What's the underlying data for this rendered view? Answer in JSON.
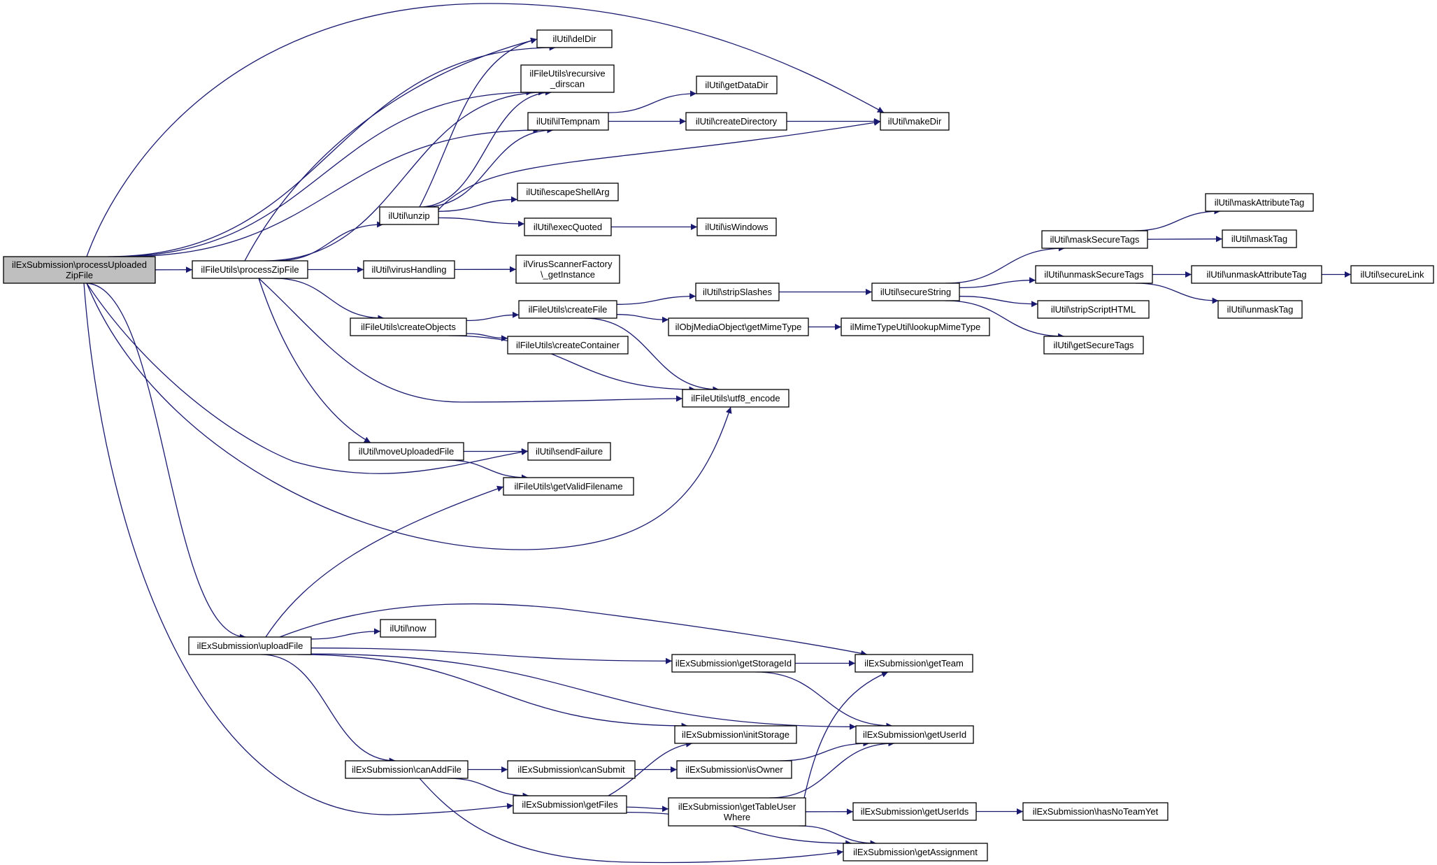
{
  "colors": {
    "edge": "#191970",
    "root_fill": "#bfbfbf",
    "node_fill": "#ffffff",
    "border": "#000000"
  },
  "nodes": [
    {
      "id": "root",
      "lines": [
        "ilExSubmission\\processUploaded",
        "ZipFile"
      ],
      "root": true
    },
    {
      "id": "deldir",
      "lines": [
        "ilUtil\\delDir"
      ]
    },
    {
      "id": "recdirscan",
      "lines": [
        "ilFileUtils\\recursive",
        "_dirscan"
      ]
    },
    {
      "id": "getdatadir",
      "lines": [
        "ilUtil\\getDataDir"
      ]
    },
    {
      "id": "iltempnam",
      "lines": [
        "ilUtil\\ilTempnam"
      ]
    },
    {
      "id": "createdirectory",
      "lines": [
        "ilUtil\\createDirectory"
      ]
    },
    {
      "id": "makedir",
      "lines": [
        "ilUtil\\makeDir"
      ]
    },
    {
      "id": "escapeshellarg",
      "lines": [
        "ilUtil\\escapeShellArg"
      ]
    },
    {
      "id": "unzip",
      "lines": [
        "ilUtil\\unzip"
      ]
    },
    {
      "id": "execquoted",
      "lines": [
        "ilUtil\\execQuoted"
      ]
    },
    {
      "id": "iswindows",
      "lines": [
        "ilUtil\\isWindows"
      ]
    },
    {
      "id": "processzip",
      "lines": [
        "ilFileUtils\\processZipFile"
      ]
    },
    {
      "id": "virushandling",
      "lines": [
        "ilUtil\\virusHandling"
      ]
    },
    {
      "id": "virusscanner",
      "lines": [
        "ilVirusScannerFactory",
        "\\_getInstance"
      ]
    },
    {
      "id": "createobjects",
      "lines": [
        "ilFileUtils\\createObjects"
      ]
    },
    {
      "id": "createfile",
      "lines": [
        "ilFileUtils\\createFile"
      ]
    },
    {
      "id": "stripslashes",
      "lines": [
        "ilUtil\\stripSlashes"
      ]
    },
    {
      "id": "securestring",
      "lines": [
        "ilUtil\\secureString"
      ]
    },
    {
      "id": "masksecuretags",
      "lines": [
        "ilUtil\\maskSecureTags"
      ]
    },
    {
      "id": "maskattributetag",
      "lines": [
        "ilUtil\\maskAttributeTag"
      ]
    },
    {
      "id": "masktag",
      "lines": [
        "ilUtil\\maskTag"
      ]
    },
    {
      "id": "unmasksecuretags",
      "lines": [
        "ilUtil\\unmaskSecureTags"
      ]
    },
    {
      "id": "unmaskattributetag",
      "lines": [
        "ilUtil\\unmaskAttributeTag"
      ]
    },
    {
      "id": "securelink",
      "lines": [
        "ilUtil\\secureLink"
      ]
    },
    {
      "id": "unmasktag",
      "lines": [
        "ilUtil\\unmaskTag"
      ]
    },
    {
      "id": "stripscripthtml",
      "lines": [
        "ilUtil\\stripScriptHTML"
      ]
    },
    {
      "id": "getsecuretags",
      "lines": [
        "ilUtil\\getSecureTags"
      ]
    },
    {
      "id": "getmimetype",
      "lines": [
        "ilObjMediaObject\\getMimeType"
      ]
    },
    {
      "id": "lookupmimetype",
      "lines": [
        "ilMimeTypeUtil\\lookupMimeType"
      ]
    },
    {
      "id": "createcontainer",
      "lines": [
        "ilFileUtils\\createContainer"
      ]
    },
    {
      "id": "utf8encode",
      "lines": [
        "ilFileUtils\\utf8_encode"
      ]
    },
    {
      "id": "moveuploaded",
      "lines": [
        "ilUtil\\moveUploadedFile"
      ]
    },
    {
      "id": "sendfailure",
      "lines": [
        "ilUtil\\sendFailure"
      ]
    },
    {
      "id": "getvalidfilename",
      "lines": [
        "ilFileUtils\\getValidFilename"
      ]
    },
    {
      "id": "now",
      "lines": [
        "ilUtil\\now"
      ]
    },
    {
      "id": "uploadfile",
      "lines": [
        "ilExSubmission\\uploadFile"
      ]
    },
    {
      "id": "getstorageid",
      "lines": [
        "ilExSubmission\\getStorageId"
      ]
    },
    {
      "id": "getteam",
      "lines": [
        "ilExSubmission\\getTeam"
      ]
    },
    {
      "id": "initstorage",
      "lines": [
        "ilExSubmission\\initStorage"
      ]
    },
    {
      "id": "getuserid",
      "lines": [
        "ilExSubmission\\getUserId"
      ]
    },
    {
      "id": "canaddfile",
      "lines": [
        "ilExSubmission\\canAddFile"
      ]
    },
    {
      "id": "cansubmit",
      "lines": [
        "ilExSubmission\\canSubmit"
      ]
    },
    {
      "id": "isowner",
      "lines": [
        "ilExSubmission\\isOwner"
      ]
    },
    {
      "id": "getfiles",
      "lines": [
        "ilExSubmission\\getFiles"
      ]
    },
    {
      "id": "gettableuserwhere",
      "lines": [
        "ilExSubmission\\getTableUser",
        "Where"
      ]
    },
    {
      "id": "getuserids",
      "lines": [
        "ilExSubmission\\getUserIds"
      ]
    },
    {
      "id": "hasnoteamyet",
      "lines": [
        "ilExSubmission\\hasNoTeamYet"
      ]
    },
    {
      "id": "getassignment",
      "lines": [
        "ilExSubmission\\getAssignment"
      ]
    }
  ],
  "edges": [
    [
      "root",
      "processzip"
    ],
    [
      "root",
      "deldir"
    ],
    [
      "root",
      "recdirscan"
    ],
    [
      "root",
      "iltempnam"
    ],
    [
      "root",
      "makedir"
    ],
    [
      "root",
      "sendfailure"
    ],
    [
      "root",
      "utf8encode"
    ],
    [
      "root",
      "uploadfile"
    ],
    [
      "root",
      "getfiles"
    ],
    [
      "iltempnam",
      "getdatadir"
    ],
    [
      "iltempnam",
      "createdirectory"
    ],
    [
      "createdirectory",
      "makedir"
    ],
    [
      "unzip",
      "deldir"
    ],
    [
      "unzip",
      "recdirscan"
    ],
    [
      "unzip",
      "iltempnam"
    ],
    [
      "unzip",
      "makedir"
    ],
    [
      "unzip",
      "escapeshellarg"
    ],
    [
      "unzip",
      "execquoted"
    ],
    [
      "execquoted",
      "iswindows"
    ],
    [
      "processzip",
      "deldir"
    ],
    [
      "processzip",
      "recdirscan"
    ],
    [
      "processzip",
      "unzip"
    ],
    [
      "processzip",
      "virushandling"
    ],
    [
      "processzip",
      "createobjects"
    ],
    [
      "processzip",
      "utf8encode"
    ],
    [
      "processzip",
      "moveuploaded"
    ],
    [
      "virushandling",
      "virusscanner"
    ],
    [
      "createobjects",
      "createfile"
    ],
    [
      "createobjects",
      "createcontainer"
    ],
    [
      "createobjects",
      "utf8encode"
    ],
    [
      "createfile",
      "stripslashes"
    ],
    [
      "createfile",
      "getmimetype"
    ],
    [
      "createfile",
      "utf8encode"
    ],
    [
      "stripslashes",
      "securestring"
    ],
    [
      "getmimetype",
      "lookupmimetype"
    ],
    [
      "securestring",
      "masksecuretags"
    ],
    [
      "securestring",
      "unmasksecuretags"
    ],
    [
      "securestring",
      "stripscripthtml"
    ],
    [
      "securestring",
      "getsecuretags"
    ],
    [
      "masksecuretags",
      "maskattributetag"
    ],
    [
      "masksecuretags",
      "masktag"
    ],
    [
      "unmasksecuretags",
      "unmaskattributetag"
    ],
    [
      "unmasksecuretags",
      "unmasktag"
    ],
    [
      "unmaskattributetag",
      "securelink"
    ],
    [
      "moveuploaded",
      "sendfailure"
    ],
    [
      "moveuploaded",
      "getvalidfilename"
    ],
    [
      "uploadfile",
      "getvalidfilename"
    ],
    [
      "uploadfile",
      "now"
    ],
    [
      "uploadfile",
      "getteam"
    ],
    [
      "uploadfile",
      "getstorageid"
    ],
    [
      "uploadfile",
      "getuserid"
    ],
    [
      "uploadfile",
      "initstorage"
    ],
    [
      "uploadfile",
      "canaddfile"
    ],
    [
      "getstorageid",
      "getteam"
    ],
    [
      "getstorageid",
      "getuserid"
    ],
    [
      "canaddfile",
      "cansubmit"
    ],
    [
      "canaddfile",
      "getfiles"
    ],
    [
      "canaddfile",
      "getassignment"
    ],
    [
      "cansubmit",
      "isowner"
    ],
    [
      "isowner",
      "getuserid"
    ],
    [
      "getfiles",
      "initstorage"
    ],
    [
      "getfiles",
      "gettableuserwhere"
    ],
    [
      "getfiles",
      "getassignment"
    ],
    [
      "gettableuserwhere",
      "getteam"
    ],
    [
      "gettableuserwhere",
      "getuserid"
    ],
    [
      "gettableuserwhere",
      "getuserids"
    ],
    [
      "gettableuserwhere",
      "getassignment"
    ],
    [
      "getuserids",
      "hasnoteamyet"
    ]
  ]
}
